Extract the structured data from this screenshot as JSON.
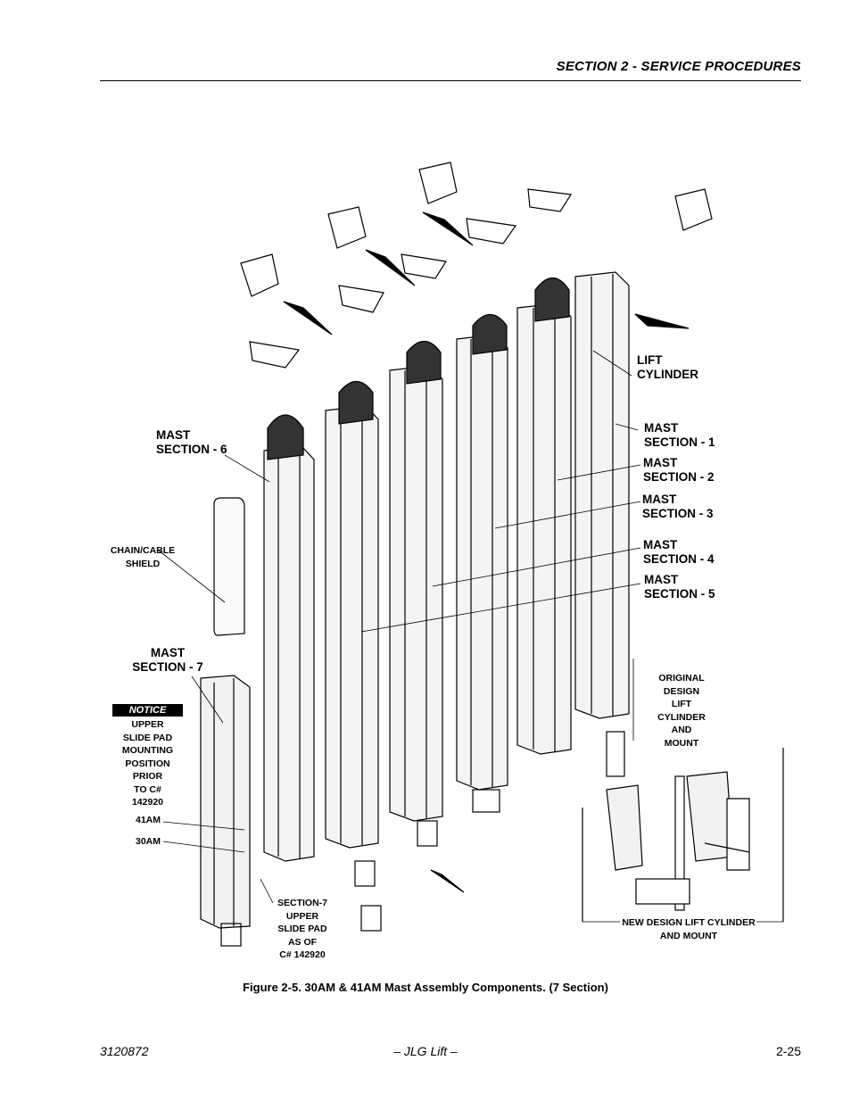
{
  "header": {
    "section_title": "SECTION 2 - SERVICE PROCEDURES"
  },
  "labels": {
    "mast_section_6": [
      "MAST",
      "SECTION - 6"
    ],
    "lift_cylinder": [
      "LIFT",
      "CYLINDER"
    ],
    "mast_section_1": [
      "MAST",
      "SECTION - 1"
    ],
    "mast_section_2": [
      "MAST",
      "SECTION - 2"
    ],
    "mast_section_3": [
      "MAST",
      "SECTION - 3"
    ],
    "mast_section_4": [
      "MAST",
      "SECTION - 4"
    ],
    "mast_section_5": [
      "MAST",
      "SECTION - 5"
    ],
    "chain_cable_shield": [
      "CHAIN/CABLE",
      "SHIELD"
    ],
    "mast_section_7": [
      "MAST",
      "SECTION - 7"
    ],
    "notice_badge": "NOTICE",
    "notice_text": [
      "UPPER",
      "SLIDE PAD",
      "MOUNTING",
      "POSITION",
      "PRIOR",
      "TO C#",
      "142920"
    ],
    "label_41am": "41AM",
    "label_30am": "30AM",
    "original_design": [
      "ORIGINAL",
      "DESIGN",
      "LIFT",
      "CYLINDER",
      "AND",
      "MOUNT"
    ],
    "section7_pad": [
      "SECTION-7",
      "UPPER",
      "SLIDE PAD",
      "AS OF",
      "C# 142920"
    ],
    "new_design": [
      "NEW DESIGN LIFT CYLINDER",
      "AND MOUNT"
    ]
  },
  "caption": "Figure 2-5.  30AM & 41AM Mast Assembly Components. (7 Section)",
  "footer": {
    "doc_number": "3120872",
    "center": "– JLG Lift –",
    "page": "2-25"
  }
}
